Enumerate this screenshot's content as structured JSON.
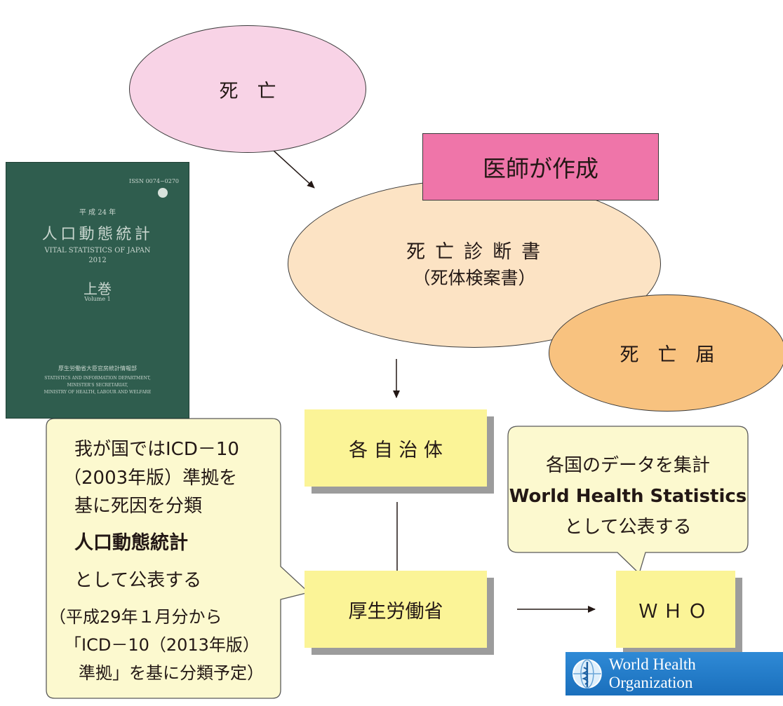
{
  "nodes": {
    "death": "死　亡",
    "doctor_creates": "医師が作成",
    "death_certificate_line1": "死 亡 診 断 書",
    "death_certificate_line2": "（死体検案書）",
    "death_notification": "死　亡　届",
    "municipality": "各 自 治 体",
    "mhlw": "厚生労働省",
    "who": "ＷＨＯ"
  },
  "japan_callout": {
    "line1": "我が国ではICD－10",
    "line2": "（2003年版）準拠を",
    "line3": "基に死因を分類",
    "bold": "人口動態統計",
    "line4": "として公表する",
    "note1": "（平成29年１月分から",
    "note2": "「ICD－10（2013年版）",
    "note3": "準拠」を基に分類予定）"
  },
  "who_callout": {
    "line1": "各国のデータを集計",
    "bold": "World Health Statistics",
    "line2": "として公表する"
  },
  "book_cover": {
    "issn": "ISSN 0074−0270",
    "year": "平 成 24 年",
    "title_jp": "人口動態統計",
    "title_en": "VITAL STATISTICS OF JAPAN",
    "edition_year": "2012",
    "volume_jp": "上巻",
    "volume_en": "Volume 1",
    "publisher_jp": "厚生労働省大臣官房統計情報部",
    "publisher_en1": "STATISTICS AND INFORMATION DEPARTMENT,",
    "publisher_en2": "MINISTER'S SECRETARIAT,",
    "publisher_en3": "MINISTRY OF HEALTH, LABOUR AND WELFARE"
  },
  "who_logo": {
    "text": "World Health Organization"
  },
  "colors": {
    "pink_ellipse": "#f8d3e6",
    "magenta_box": "#ef75a9",
    "peach_ellipse": "#fce3c4",
    "orange_ellipse": "#f8c27f",
    "yellow_box": "#fbf497",
    "callout_fill": "#fcf9cf",
    "book_green": "#2f5d4e",
    "who_blue": "#1a79c7"
  }
}
